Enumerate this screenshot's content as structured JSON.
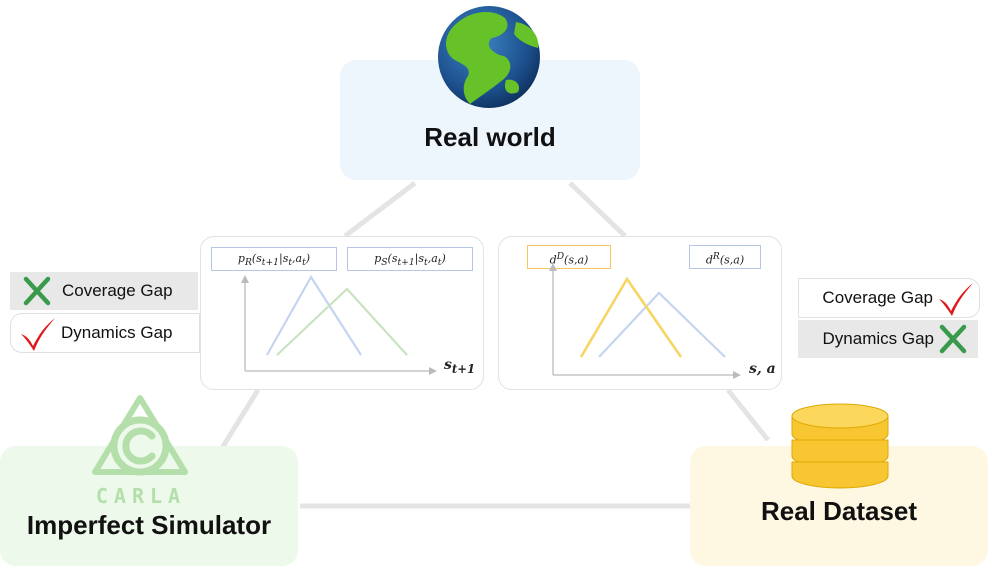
{
  "nodes": {
    "real_world": {
      "label": "Real world",
      "color": "#eef6fd"
    },
    "simulator": {
      "label": "Imperfect Simulator",
      "color": "#edf9ea"
    },
    "dataset": {
      "label": "Real Dataset",
      "color": "#fef8e3"
    }
  },
  "carla_logo_text": "CARLA",
  "left_panel": {
    "legend_real": "p_R(s_{t+1}|s_t,a_t)",
    "legend_sim": "p_S(s_{t+1}|s_t,a_t)",
    "axis_x": "s_{t+1}",
    "curve_real_color": "#c5d5f0",
    "curve_sim_color": "#c9e3c2"
  },
  "right_panel": {
    "legend_data": "d^D(s,a)",
    "legend_real": "d^R(s,a)",
    "axis_x": "s, a",
    "curve_data_color": "#f7d562",
    "curve_real_color": "#c5d5f0"
  },
  "left_gaps": [
    {
      "label": "Coverage Gap",
      "status": "cross-icon"
    },
    {
      "label": "Dynamics Gap",
      "status": "check-icon"
    }
  ],
  "right_gaps": [
    {
      "label": "Coverage Gap",
      "status": "check-icon"
    },
    {
      "label": "Dynamics Gap",
      "status": "cross-icon"
    }
  ],
  "colors": {
    "check": "#e0191b",
    "cross": "#3a9a4c",
    "edge": "#e4e4e4"
  }
}
